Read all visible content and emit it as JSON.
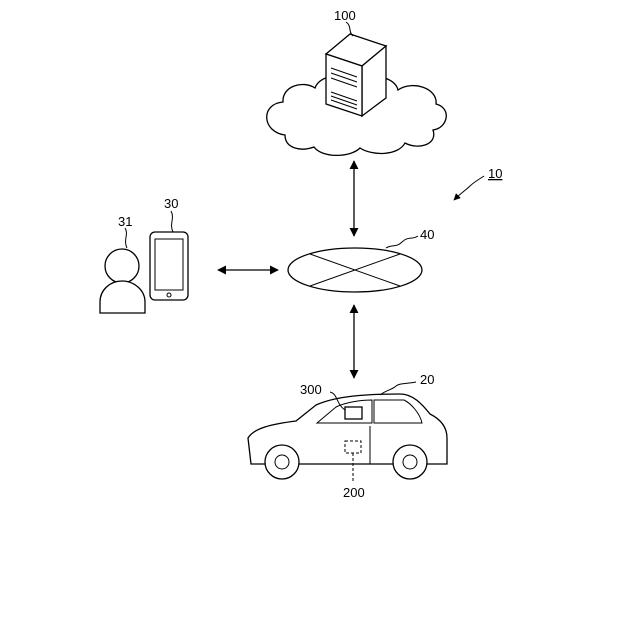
{
  "labels": {
    "server": "100",
    "system": "10",
    "user_device": "30",
    "user": "31",
    "network": "40",
    "vehicle": "20",
    "vehicle_display": "300",
    "vehicle_unit": "200"
  }
}
